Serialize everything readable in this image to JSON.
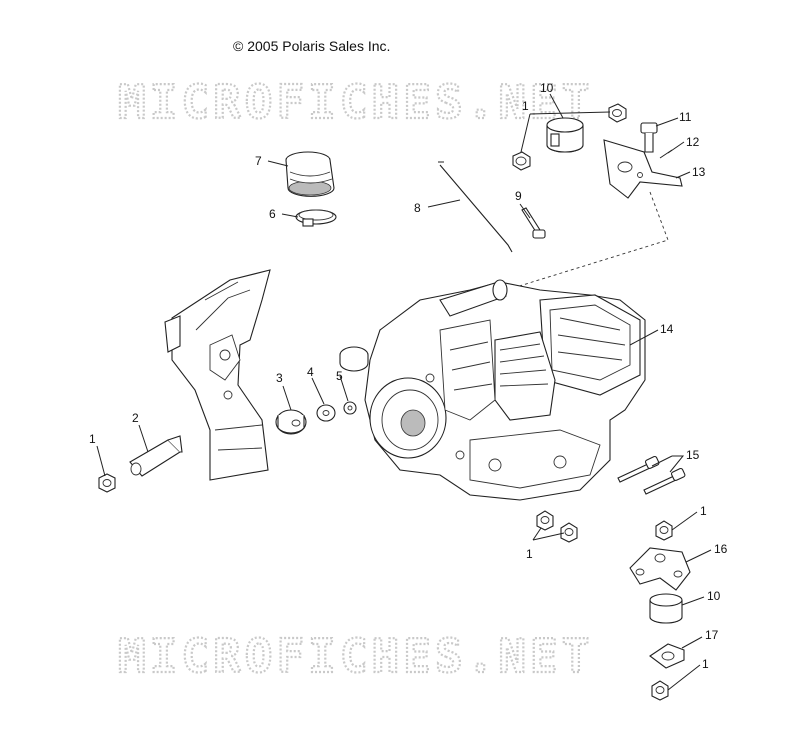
{
  "copyright": "© 2005 Polaris Sales Inc.",
  "watermark": "MICROFICHES.NET",
  "callouts": [
    {
      "id": "c1a",
      "text": "1"
    },
    {
      "id": "c10a",
      "text": "10"
    },
    {
      "id": "c11",
      "text": "11"
    },
    {
      "id": "c12",
      "text": "12"
    },
    {
      "id": "c13",
      "text": "13"
    },
    {
      "id": "c7",
      "text": "7"
    },
    {
      "id": "c6",
      "text": "6"
    },
    {
      "id": "c8",
      "text": "8"
    },
    {
      "id": "c9",
      "text": "9"
    },
    {
      "id": "c14",
      "text": "14"
    },
    {
      "id": "c3",
      "text": "3"
    },
    {
      "id": "c4",
      "text": "4"
    },
    {
      "id": "c5",
      "text": "5"
    },
    {
      "id": "c2",
      "text": "2"
    },
    {
      "id": "c1b",
      "text": "1"
    },
    {
      "id": "c15",
      "text": "15"
    },
    {
      "id": "c1c",
      "text": "1"
    },
    {
      "id": "c1d",
      "text": "1"
    },
    {
      "id": "c16",
      "text": "16"
    },
    {
      "id": "c10b",
      "text": "10"
    },
    {
      "id": "c17",
      "text": "17"
    },
    {
      "id": "c1e",
      "text": "1"
    }
  ]
}
